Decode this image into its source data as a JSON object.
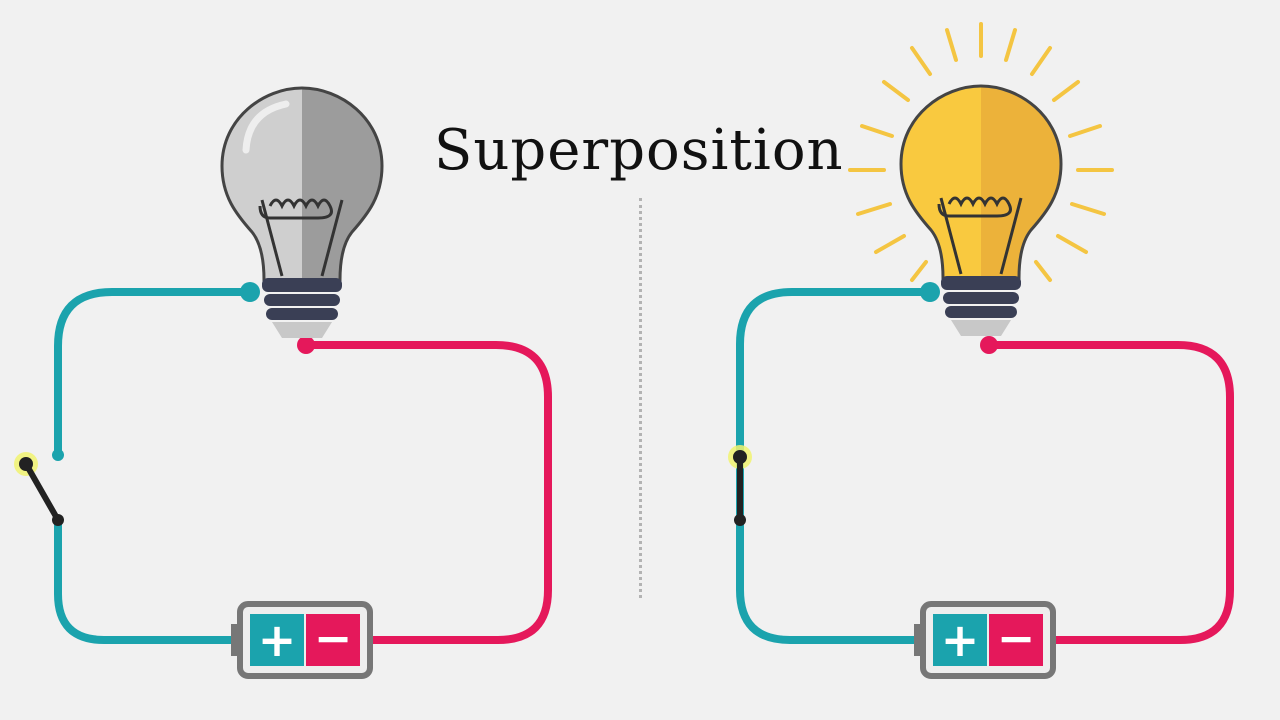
{
  "title": "Superposition",
  "colors": {
    "background": "#f1f1f1",
    "wire_positive": "#1ba3ad",
    "wire_negative": "#e5185b",
    "bulb_off_light": "#cfcfcf",
    "bulb_off_dark": "#9c9c9c",
    "bulb_on_light": "#f9c93f",
    "bulb_on_dark": "#ecb23a",
    "bulb_base": "#3a3f55",
    "rays": "#f4c542",
    "battery_frame": "#777777"
  },
  "battery": {
    "plus": "+",
    "minus": "−"
  },
  "panels": [
    {
      "id": "left",
      "bulb_state": "off",
      "switch_state": "open",
      "icons": [
        "light-bulb-off-icon",
        "battery-icon",
        "open-switch-icon"
      ]
    },
    {
      "id": "right",
      "bulb_state": "on",
      "switch_state": "closed",
      "icons": [
        "light-bulb-on-icon",
        "battery-icon",
        "closed-switch-icon"
      ]
    }
  ]
}
